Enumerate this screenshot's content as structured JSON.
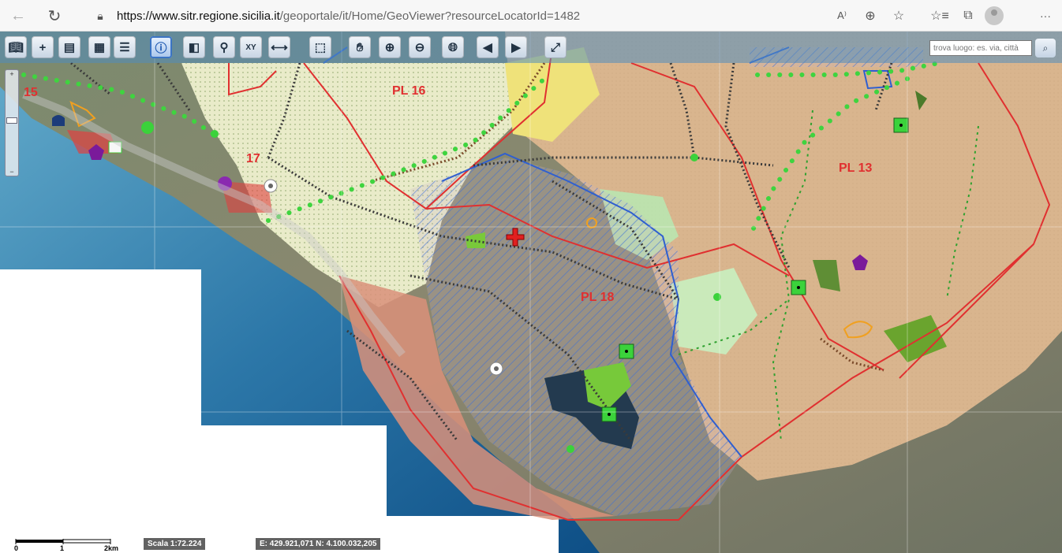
{
  "browser": {
    "url_domain": "https://www.sitr.regione.sicilia.it",
    "url_path": "/geoportale/it/Home/GeoViewer?resourceLocatorId=1482",
    "back_icon": "arrow-left-icon",
    "reload_icon": "reload-icon",
    "more_label": "···"
  },
  "map": {
    "search_placeholder": "trova luogo: es. via, città",
    "labels": {
      "pl16": "PL 16",
      "pl13": "PL 13",
      "pl18": "PL 18",
      "pl17": "17",
      "pl15": "15"
    },
    "zoom_plus": "+",
    "zoom_minus": "−",
    "scale_ticks": [
      "0",
      "1",
      "2km"
    ],
    "scale_text": "Scala 1:72.224",
    "coords_text": "E: 429.921,071 N: 4.100.032,205"
  },
  "colors": {
    "sea": "#2d6f9c",
    "agri": "#d7b48f",
    "pl_border": "#e03030",
    "hatch_blue": "#3a6fd8",
    "green_dot": "#3fd43f",
    "toolbar": "#5a8fbc"
  }
}
